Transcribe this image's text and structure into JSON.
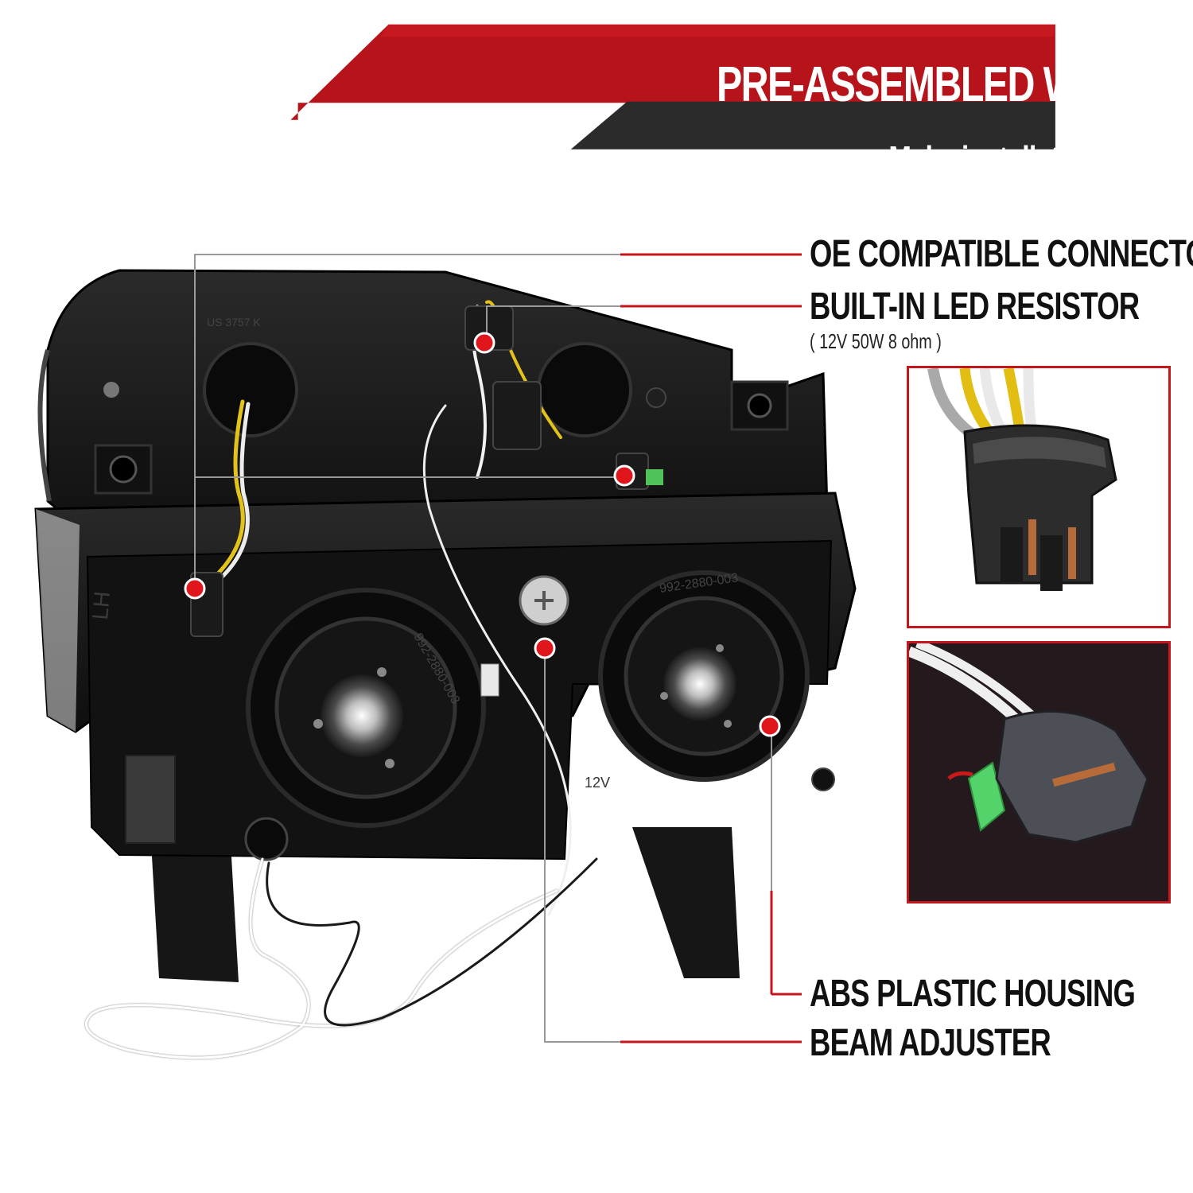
{
  "banner": {
    "title": "PRE-ASSEMBLED WIRING",
    "subtitle": "Make installation easier"
  },
  "callouts": {
    "oe_connectors": "OE COMPATIBLE CONNECTORS",
    "led_resistor": "BUILT-IN LED RESISTOR",
    "led_resistor_spec": "( 12V 50W 8 ohm )",
    "abs_housing": "ABS PLASTIC HOUSING",
    "beam_adjuster": "BEAM ADJUSTER"
  },
  "product_markings": {
    "side_label": "LH",
    "part_number": "992-2880-003",
    "voltage": "12V",
    "bulb_code": "US 3757 K"
  },
  "colors": {
    "accent_red": "#c4161c",
    "dark_band": "#2b2b2b",
    "housing_black": "#141414",
    "marker_red": "#e0161c"
  }
}
